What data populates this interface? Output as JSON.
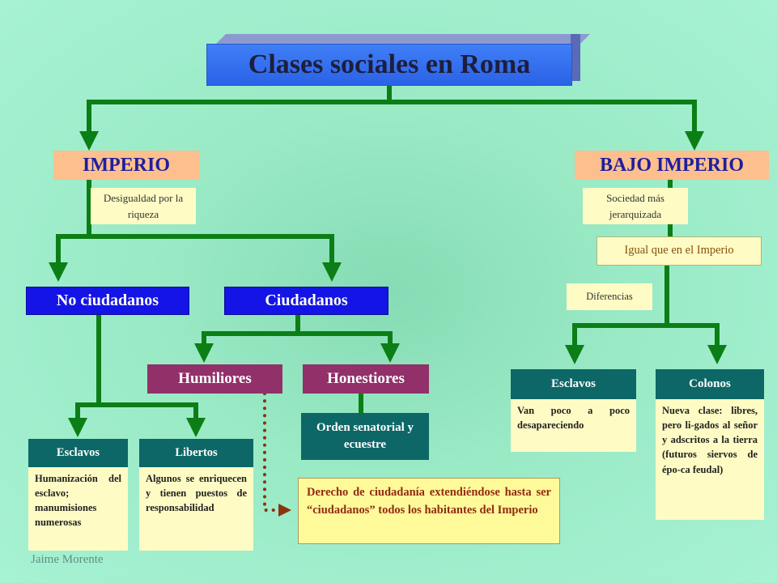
{
  "title": "Clases sociales en Roma",
  "imperio": {
    "label": "IMPERIO",
    "note": "Desigualdad por la riqueza",
    "no_ciudadanos": "No ciudadanos",
    "ciudadanos": "Ciudadanos",
    "humiliores": "Humiliores",
    "honestiores": "Honestiores",
    "orden": "Orden senatorial y ecuestre",
    "esclavos": {
      "title": "Esclavos",
      "body": "Humanización del esclavo; manumisiones numerosas"
    },
    "libertos": {
      "title": "Libertos",
      "body": "Algunos se enriquecen y tienen puestos de responsabilidad"
    },
    "derecho": "Derecho de ciudadanía extendiéndose hasta ser “ciudadanos” todos los habitantes del Imperio"
  },
  "bajo_imperio": {
    "label": "BAJO IMPERIO",
    "note": "Sociedad más jerarquizada",
    "igual": "Igual que en el Imperio",
    "diferencias": "Diferencias",
    "esclavos": {
      "title": "Esclavos",
      "body": "Van poco a poco desapareciendo"
    },
    "colonos": {
      "title": "Colonos",
      "body": "Nueva clase: libres, pero li-gados al señor y adscritos a la tierra (futuros siervos de épo-ca feudal)"
    }
  },
  "footer": "Jaime Morente",
  "colors": {
    "connector": "#0c7e16",
    "dotted": "#8a3410"
  }
}
